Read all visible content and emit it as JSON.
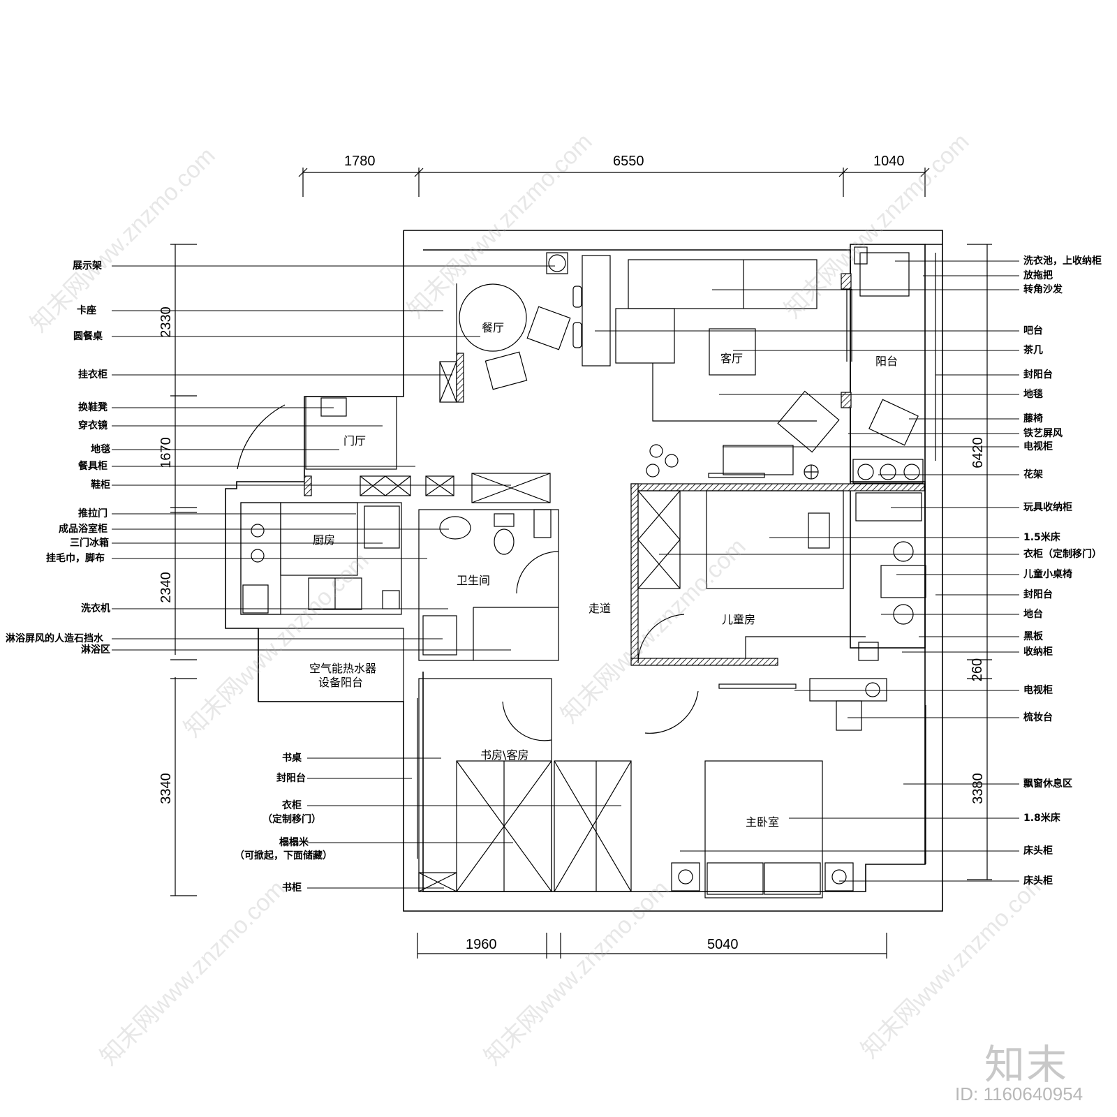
{
  "dimensions": {
    "top": [
      "1780",
      "6550",
      "1040"
    ],
    "bottom": [
      "1960",
      "5040"
    ],
    "left": [
      "2330",
      "1670",
      "2340",
      "3340"
    ],
    "right": [
      "6420",
      "260",
      "3380"
    ]
  },
  "rooms": {
    "dining": "餐厅",
    "living": "客厅",
    "balcony": "阳台",
    "entry": "门厅",
    "kitchen": "厨房",
    "bath": "卫生间",
    "corridor": "走道",
    "kids": "儿童房",
    "heater_1": "空气能热水器",
    "heater_2": "设备阳台",
    "study": "书房\\客房",
    "master": "主卧室"
  },
  "left_labels": [
    "展示架",
    "卡座",
    "圆餐桌",
    "挂衣柜",
    "换鞋凳",
    "穿衣镜",
    "地毯",
    "餐具柜",
    "鞋柜",
    "推拉门",
    "成品浴室柜",
    "三门冰箱",
    "挂毛巾，脚布",
    "洗衣机",
    "淋浴屏风的人造石挡水",
    "淋浴区",
    "书桌",
    "封阳台",
    "衣柜",
    "（定制移门）",
    "榻榻米",
    "（可掀起，下面储藏）",
    "书柜"
  ],
  "right_labels": [
    "洗衣池，上收纳柜",
    "放拖把",
    "转角沙发",
    "吧台",
    "茶几",
    "封阳台",
    "地毯",
    "藤椅",
    "铁艺屏风",
    "电视柜",
    "花架",
    "玩具收纳柜",
    "1.5米床",
    "衣柜（定制移门）",
    "儿童小桌椅",
    "封阳台",
    "地台",
    "黑板",
    "收纳柜",
    "电视柜",
    "梳妆台",
    "飘窗休息区",
    "1.8米床",
    "床头柜",
    "床头柜"
  ],
  "watermark": {
    "logo": "知末",
    "id": "ID: 1160640954",
    "site": "知末网www.znzmo.com"
  }
}
